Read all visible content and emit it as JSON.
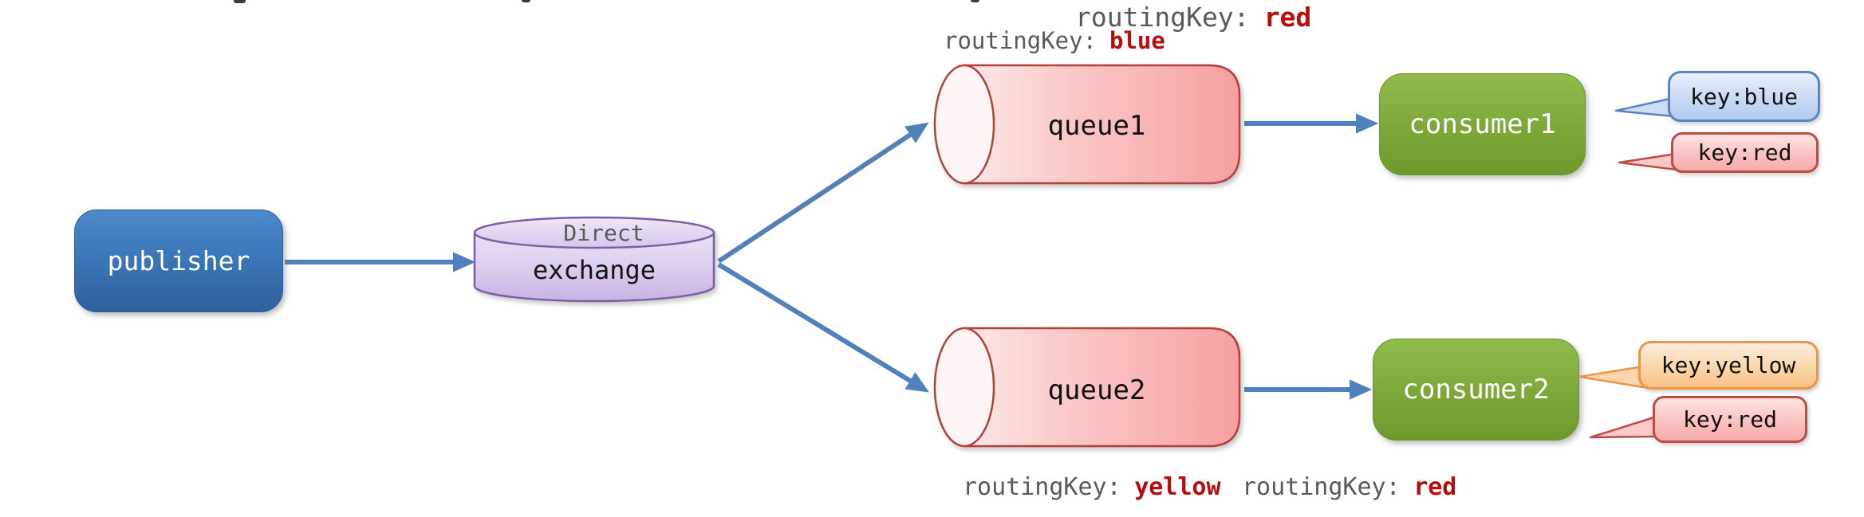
{
  "diagram": {
    "nodes": {
      "publisher": {
        "label": "publisher"
      },
      "exchange": {
        "kind": "Direct",
        "label": "exchange"
      },
      "queue1": {
        "label": "queue1"
      },
      "queue2": {
        "label": "queue2"
      },
      "consumer1": {
        "label": "consumer1"
      },
      "consumer2": {
        "label": "consumer2"
      }
    },
    "bindings": [
      {
        "prefix": "routingKey:",
        "value": "red",
        "target": "queue1"
      },
      {
        "prefix": "routingKey:",
        "value": "blue",
        "target": "queue1"
      },
      {
        "prefix": "routingKey:",
        "value": "yellow",
        "target": "queue2"
      },
      {
        "prefix": "routingKey:",
        "value": "red",
        "target": "queue2"
      }
    ],
    "tags": [
      {
        "label": "key:blue",
        "color": "#5585c4",
        "consumer": "consumer1"
      },
      {
        "label": "key:red",
        "color": "#bd4b48",
        "consumer": "consumer1"
      },
      {
        "label": "key:yellow",
        "color": "#e9964a",
        "consumer": "consumer2"
      },
      {
        "label": "key:red",
        "color": "#bd4b48",
        "consumer": "consumer2"
      }
    ],
    "palette": {
      "arrow_blue": "#4f81bd",
      "publisher_blue": "#3c77b8",
      "exchange_purple_border": "#7c5ea6",
      "queue_red_border": "#b4403c",
      "consumer_green": "#7ea93a",
      "annotation_gray": "#595959",
      "routing_value_red": "#b60d0d"
    }
  }
}
